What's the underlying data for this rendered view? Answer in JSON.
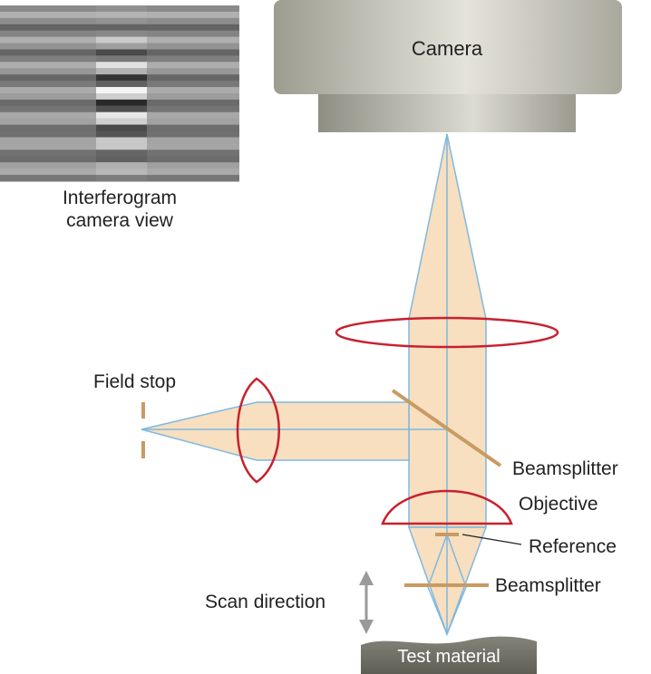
{
  "labels": {
    "camera": "Camera",
    "interferogram_line1": "Interferogram",
    "interferogram_line2": "camera view",
    "field_stop": "Field stop",
    "beamsplitter_upper": "Beamsplitter",
    "objective": "Objective",
    "reference": "Reference",
    "beamsplitter_lower": "Beamsplitter",
    "scan_direction": "Scan direction",
    "test_material": "Test material"
  },
  "colors": {
    "beam_fill": "#f7dfc0",
    "beam_edge": "#7fb8e0",
    "lens": "#c8202e",
    "beamsplitter": "#c99a62",
    "scan_arrow": "#9a9a9a",
    "camera_body": "#b8b7ac",
    "test_material": "#6f6f63"
  }
}
